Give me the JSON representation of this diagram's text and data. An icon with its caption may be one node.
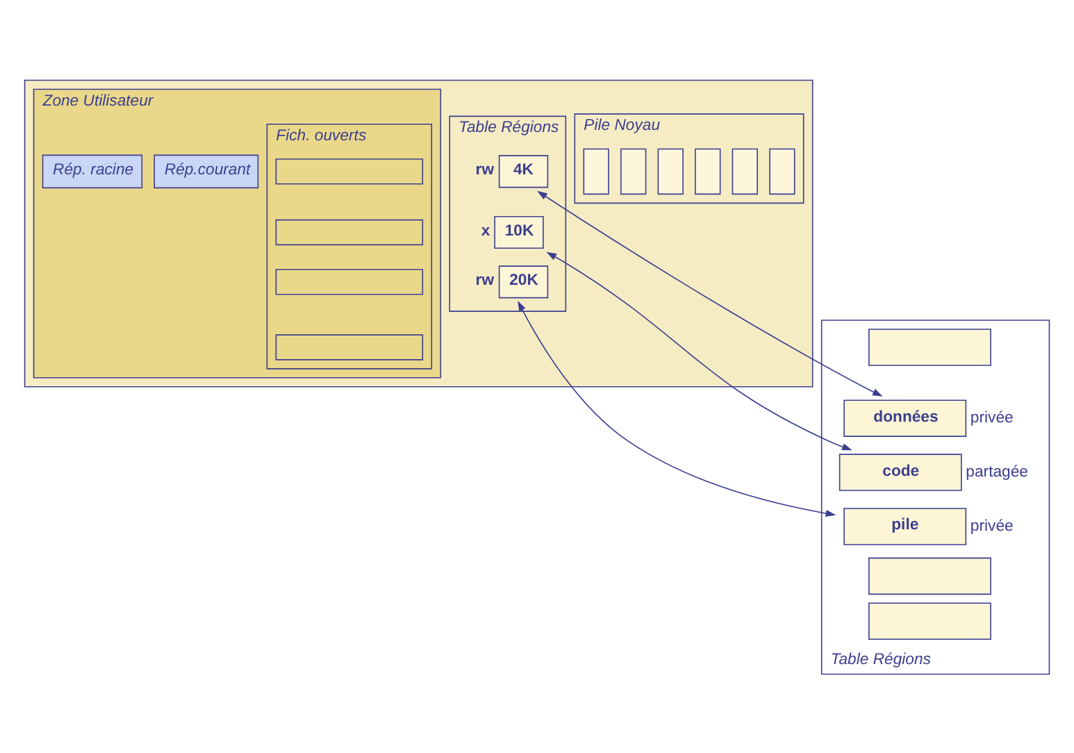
{
  "diagram": {
    "nodes": [
      {
        "text": [],
        "shape": "box"
      },
      {
        "text": [
          "Pile Noyau"
        ],
        "in": 0
      },
      {
        "text": [],
        "shape": "box",
        "in": 1
      },
      {
        "text": [],
        "shape": "box",
        "in": 1
      },
      {
        "text": [],
        "shape": "box",
        "in": 1
      },
      {
        "text": [],
        "shape": "box",
        "in": 1
      },
      {
        "text": [],
        "shape": "box",
        "in": 1
      },
      {
        "text": [],
        "shape": "box",
        "in": 1
      },
      {
        "text": [
          "Table Régions"
        ],
        "in": 0
      },
      {
        "text": [
          "4K"
        ],
        "beside": [
          "rw"
        ],
        "in": 8
      },
      {
        "text": [
          "10K"
        ],
        "beside": [
          "x"
        ],
        "in": 8
      },
      {
        "text": [
          "20K"
        ],
        "beside": [
          "rw"
        ],
        "in": 8
      },
      {
        "text": [
          "Zone Utilisateur"
        ],
        "in": 0
      },
      {
        "text": [
          "Rép.courant"
        ],
        "in": 12
      },
      {
        "text": [
          "Rép. racine"
        ],
        "in": 12
      },
      {
        "text": [
          "Fich. ouverts"
        ],
        "in": 12
      },
      {
        "text": [],
        "shape": "box",
        "in": 15
      },
      {
        "text": [],
        "shape": "box",
        "in": 15
      },
      {
        "text": [],
        "shape": "box",
        "in": 15
      },
      {
        "text": [],
        "shape": "box",
        "in": 15
      },
      {
        "text": [
          "Table Régions"
        ]
      },
      {
        "text": [],
        "shape": "box",
        "in": 20
      },
      {
        "text": [
          "données"
        ],
        "beside": [
          "privée"
        ],
        "in": 20
      },
      {
        "text": [
          "code"
        ],
        "beside": [
          "partagée"
        ],
        "in": 20
      },
      {
        "text": [
          "pile"
        ],
        "beside": [
          "privée"
        ],
        "in": 20
      },
      {
        "text": [],
        "shape": "box",
        "in": 20
      },
      {
        "text": [],
        "shape": "box",
        "in": 20
      }
    ],
    "edges": [
      {
        "from": 9,
        "to": 22,
        "arrow": "both"
      },
      {
        "from": 10,
        "to": 23,
        "arrow": "both"
      },
      {
        "from": 11,
        "to": 24,
        "arrow": "both"
      }
    ]
  }
}
